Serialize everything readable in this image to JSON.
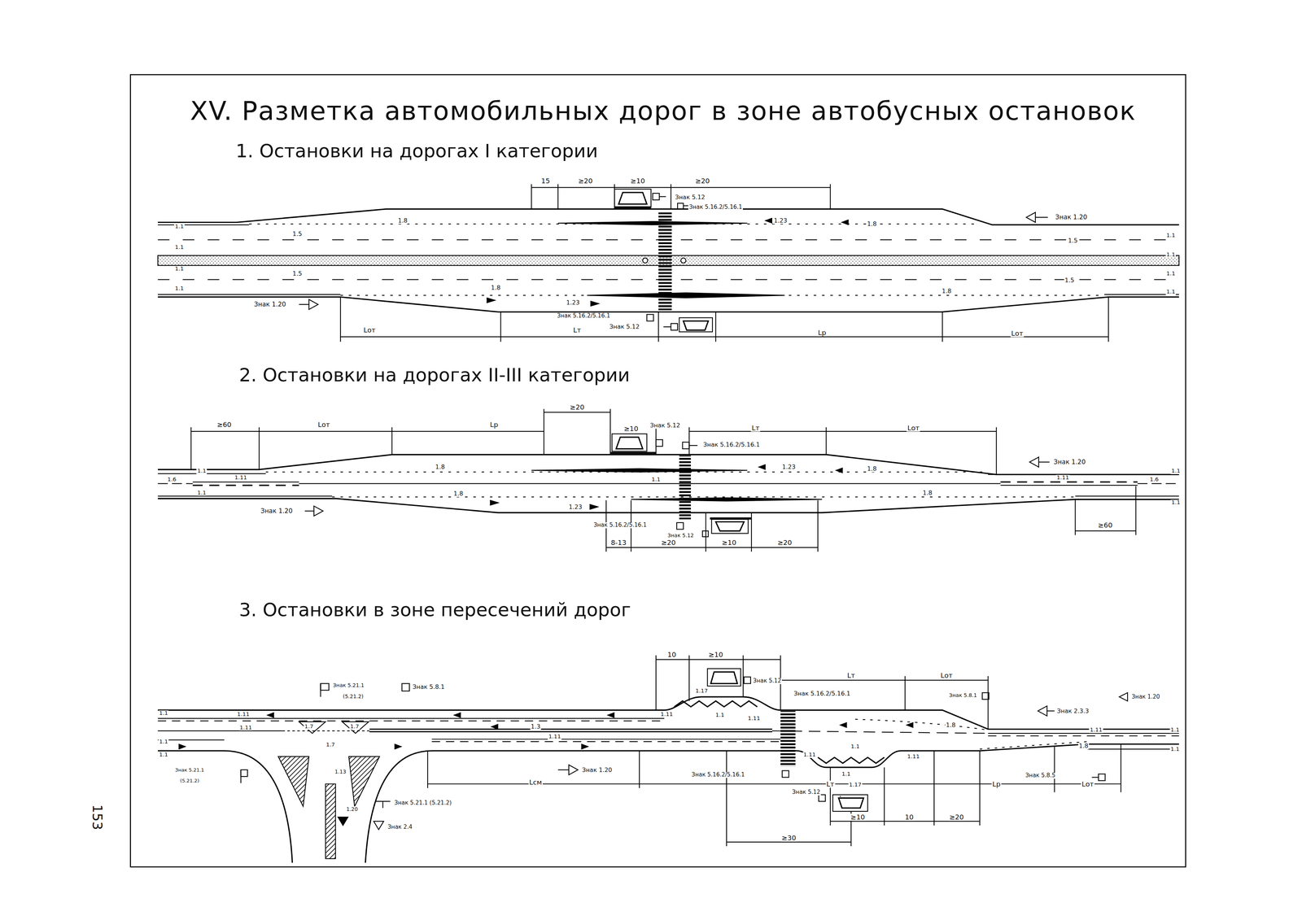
{
  "diagram": {
    "title": "XV. Разметка автомобильных дорог в зоне автобусных остановок",
    "labels": [
      "1. Остановки на дорогах I категории",
      "2. Остановки на дорогах II-III категории",
      "3. Остановки в зоне пересечений дорог",
      "15",
      "≥20",
      "≥10",
      "≥20",
      "Знак 5.12",
      "Знак 5.16.2/5.16.1",
      "1.23",
      "1.8",
      "1.8",
      "Знак 1.20",
      "1.1",
      "1.5",
      "1.1",
      "1.5",
      "1.1",
      "1.1",
      "1.1",
      "1.5",
      "1.1",
      "1.5",
      "1.8",
      "1.1",
      "1.8",
      "1.1",
      "Знак 1.20",
      "1.23",
      "Знак 5.16.2/5.16.1",
      "Знак 5.12",
      "Lот",
      "Lт",
      "Lр",
      "Lот",
      "≥60",
      "Lот",
      "Lр",
      "≥20",
      "≥10",
      "Знак 5.12",
      "Lт",
      "Lот",
      "Знак 5.16.2/5.16.1",
      "Знак 1.20",
      "1.8",
      "1.23",
      "1.8",
      "1.1",
      "1.6",
      "1.11",
      "1.1",
      "1.11",
      "1.6",
      "1.1",
      "1.1",
      "1.8",
      "1.8",
      "1.1",
      "1.23",
      "Знак 1.20",
      "Знак 5.16.2/5.16.1",
      "Знак 5.12",
      "≥60",
      "8-13",
      "≥20",
      "≥10",
      "≥20",
      "10",
      "≥10",
      "Lт",
      "Lот",
      "Знак 5.21.1",
      "(5.21.2)",
      "Знак 5.8.1",
      "Знак 5.12",
      "Знак 5.16.2/5.16.1",
      "Знак 5.8.1",
      "Знак 1.20",
      "Знак 2.3.3",
      "1.17",
      "1.1",
      "1.11",
      "1.11",
      "1.1",
      "1.11",
      "1.7",
      "1.7",
      "1.3",
      "1.11",
      "1.8",
      "1.11",
      "1.1",
      "1.1",
      "1.11",
      "1.7",
      "1.1",
      "1.8",
      "1.1",
      "1.1",
      "1.11",
      "1.1",
      "1.11",
      "1.17",
      "Знак 5.21.1",
      "(5.21.2)",
      "Знак 1.20",
      "Знак 5.16.2/5.16.1",
      "Знак 5.8.5",
      "1.13",
      "Lсм",
      "Lт",
      "Lр",
      "Lот",
      "Знак 5.12",
      "Знак 5.21.1 (5.21.2)",
      "1.20",
      "Знак 2.4",
      "≥10",
      "10",
      "≥20",
      "≥30",
      "153"
    ]
  }
}
